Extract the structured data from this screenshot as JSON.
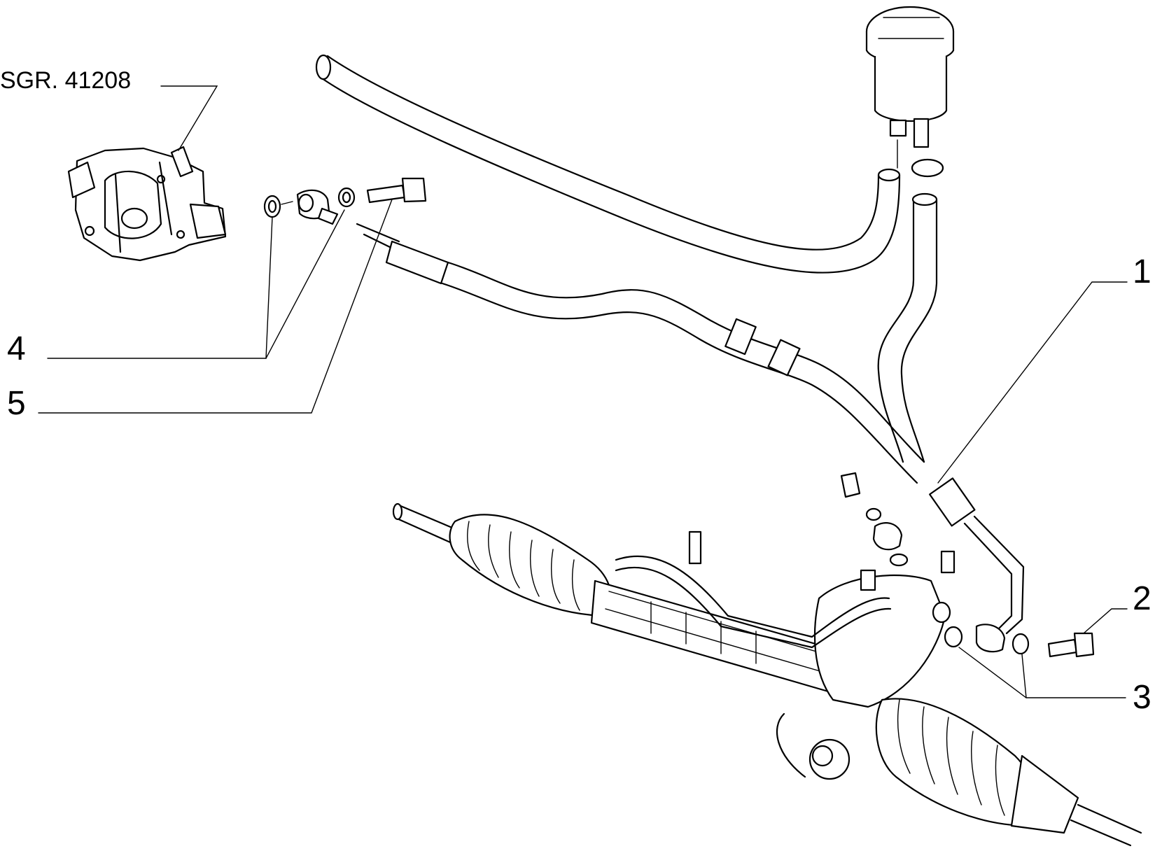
{
  "diagram": {
    "reference_label": "SGR. 41208",
    "callouts": [
      {
        "id": "1",
        "text": "1"
      },
      {
        "id": "2",
        "text": "2"
      },
      {
        "id": "3",
        "text": "3"
      },
      {
        "id": "4",
        "text": "4"
      },
      {
        "id": "5",
        "text": "5"
      }
    ],
    "colors": {
      "ink": "#000000",
      "paper": "#ffffff"
    }
  }
}
